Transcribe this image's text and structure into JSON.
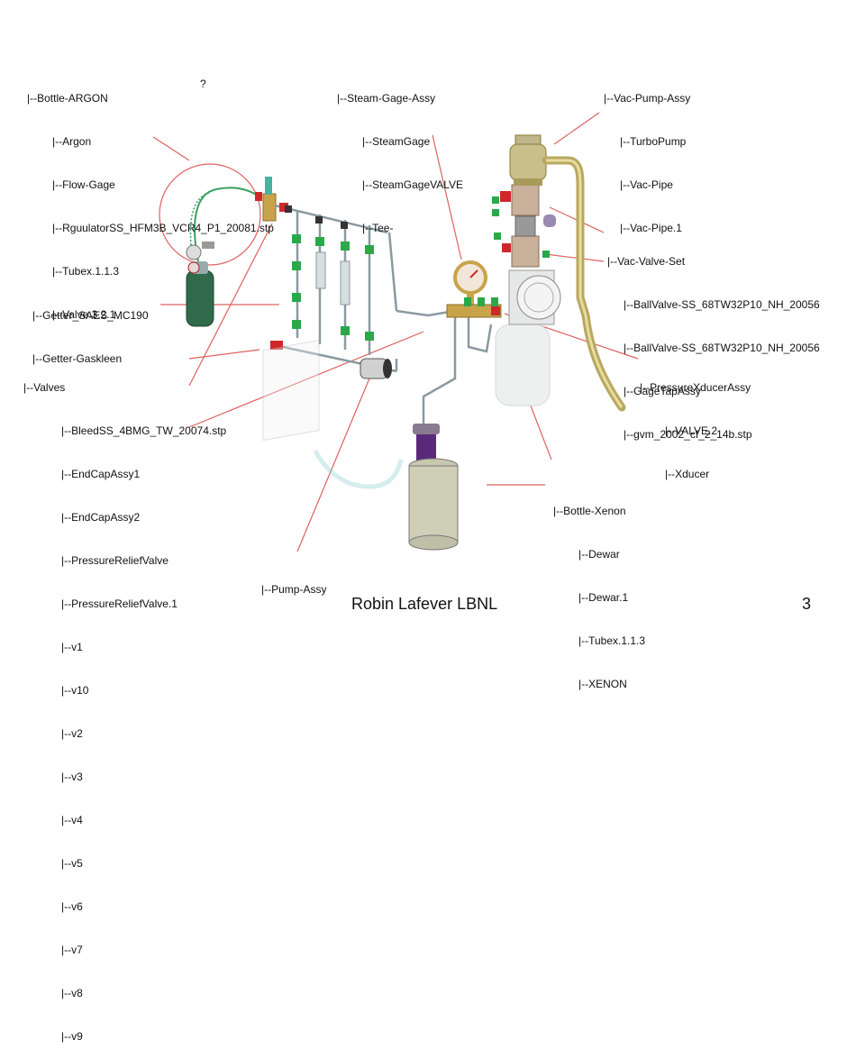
{
  "groups": {
    "bottle_argon": {
      "title": "|--Bottle-ARGON",
      "items": [
        "|--Argon",
        "|--Flow-Gage",
        "|--RguulatorSS_HFM3B_VCR4_P1_20081.stp",
        "|--Tubex.1.1.3",
        "|--Valve.3.2.1"
      ],
      "question_mark": "?"
    },
    "steam_gage_assy": {
      "title": "|--Steam-Gage-Assy",
      "items": [
        "|--SteamGage",
        "|--SteamGageVALVE",
        "|--Tee-"
      ]
    },
    "vac_pump_assy": {
      "title": "|--Vac-Pump-Assy",
      "items": [
        "|--TurboPump",
        "|--Vac-Pipe",
        "|--Vac-Pipe.1"
      ]
    },
    "vac_valve_set": {
      "title": "|--Vac-Valve-Set",
      "items": [
        "|--BallValve-SS_68TW32P10_NH_20056",
        "|--BallValve-SS_68TW32P10_NH_20056",
        "|--GageTapAssy",
        "|--gvm_2002_cf_2_14b.stp"
      ]
    },
    "getter": {
      "title": "|--Getter_SAES_MC190",
      "items": [
        "|--Getter-Gaskleen"
      ]
    },
    "valves": {
      "title": "|--Valves",
      "items": [
        "|--BleedSS_4BMG_TW_20074.stp",
        "|--EndCapAssy1",
        "|--EndCapAssy2",
        "|--PressureReliefValve",
        "|--PressureReliefValve.1",
        "|--v1",
        "|--v10",
        "|--v2",
        "|--v3",
        "|--v4",
        "|--v5",
        "|--v6",
        "|--v7",
        "|--v8",
        "|--v9"
      ]
    },
    "pressure_xducer_assy": {
      "title": "|--PressureXducerAssy",
      "items": [
        "|--VALVE.2",
        "|--Xducer"
      ]
    },
    "bottle_xenon": {
      "title": "|--Bottle-Xenon",
      "items": [
        "|--Dewar",
        "|--Dewar.1",
        "|--Tubex.1.1.3",
        "|--XENON"
      ]
    },
    "pump_assy": {
      "title": "|--Pump-Assy",
      "items": []
    }
  },
  "footer": {
    "author": "Robin Lafever  LBNL",
    "page_number": "3"
  },
  "colors": {
    "leader_line": "#e06060",
    "pipe": "#8a9aa0",
    "valve_green": "#2aa84a",
    "valve_red": "#d0262a",
    "brass": "#c8b06a",
    "bottle_green": "#2f6b4a"
  }
}
